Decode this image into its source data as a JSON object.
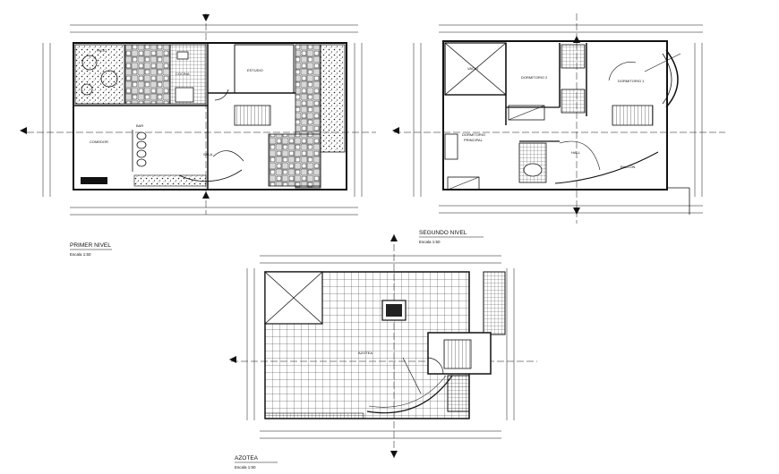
{
  "plans": {
    "primer": {
      "title": "PRIMER NIVEL",
      "scale": "Escala 1:50",
      "rooms": {
        "patio": "PATIO",
        "cocina": "COCINA",
        "estudio": "ESTUDIO",
        "comedor": "COMEDOR",
        "bar": "BAR",
        "sala": "SALA"
      }
    },
    "segundo": {
      "title": "SEGUNDO NIVEL",
      "scale": "Escala 1:50",
      "rooms": {
        "vacio": "VACIO",
        "dorm2": "DORMITORIO 2",
        "dorm1": "DORMITORIO 1",
        "principal_1": "DORMITORIO",
        "principal_2": "PRINCIPAL",
        "hall": "HALL",
        "balcon": "BALCON"
      }
    },
    "azotea": {
      "title": "AZOTEA",
      "scale": "Escala 1:50",
      "rooms": {
        "azotea": "AZOTEA"
      }
    }
  },
  "colors": {
    "ink": "#111111",
    "background": "#ffffff",
    "hatch": "#444444"
  }
}
